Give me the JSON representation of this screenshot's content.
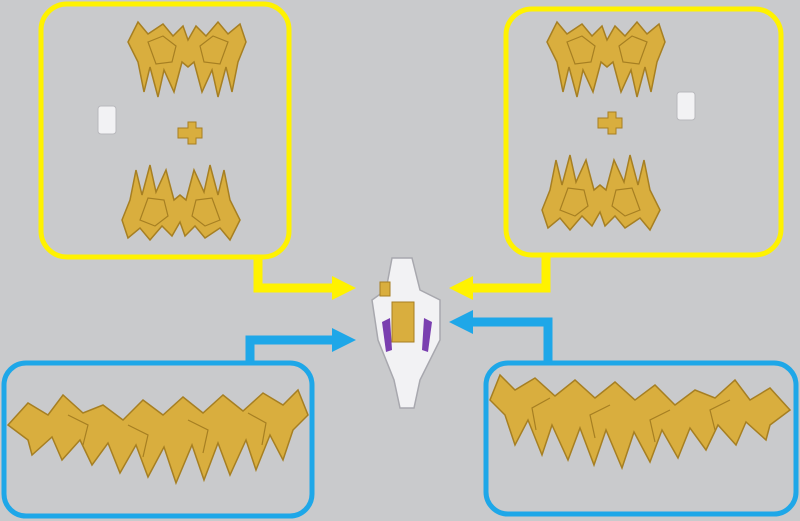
{
  "colors": {
    "background": "#c9cacc",
    "group_top": "#fff200",
    "group_bottom": "#1ea7e8",
    "gold_part": "#d9ae3e",
    "gold_shadow": "#a67f22",
    "white_part": "#f2f2f4",
    "purple_accent": "#7a3fb0"
  },
  "groups": [
    {
      "name": "top-left-parts",
      "color_key": "group_top",
      "arrow": "right"
    },
    {
      "name": "top-right-parts",
      "color_key": "group_top",
      "arrow": "left"
    },
    {
      "name": "bottom-left-parts",
      "color_key": "group_bottom",
      "arrow": "right"
    },
    {
      "name": "bottom-right-parts",
      "color_key": "group_bottom",
      "arrow": "left"
    }
  ]
}
